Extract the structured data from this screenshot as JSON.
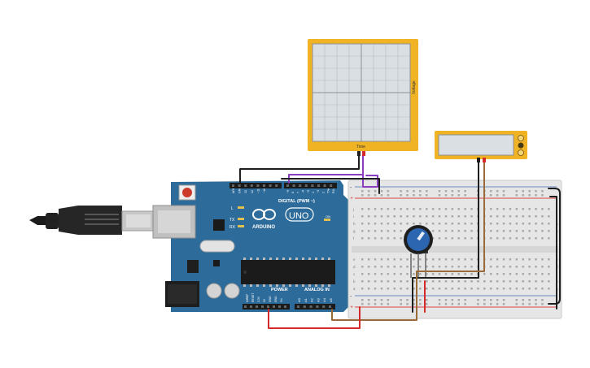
{
  "oscilloscope": {
    "x_axis_label": "Time",
    "y_axis_label": "Voltage"
  },
  "arduino": {
    "logo_text": "ARDUINO",
    "model_text": "UNO",
    "digital_header_label": "DIGITAL (PWM ~)",
    "power_label": "POWER",
    "analog_label": "ANALOG IN",
    "led_labels": [
      "L",
      "TX",
      "RX"
    ],
    "on_label": "ON",
    "top_pin_labels": [
      "AREF",
      "GND",
      "13",
      "12",
      "~11",
      "~10",
      "~9",
      "8",
      "7",
      "~6",
      "~5",
      "4",
      "~3",
      "2",
      "TX▸1",
      "RX◂0"
    ],
    "power_pin_labels": [
      "IOREF",
      "RESET",
      "3.3V",
      "5V",
      "GND",
      "GND",
      "Vin"
    ],
    "analog_pin_labels": [
      "A0",
      "A1",
      "A2",
      "A3",
      "A4",
      "A5"
    ]
  },
  "breadboard": {
    "row_letters_top": [
      "j",
      "i",
      "h",
      "g",
      "f"
    ],
    "row_letters_bottom": [
      "e",
      "d",
      "c",
      "b",
      "a"
    ]
  },
  "colors": {
    "arduino_board": "#2d6b9a",
    "oscilloscope_frame": "#f0b323",
    "multimeter_frame": "#f0b323",
    "screen": "#d9dfe3",
    "breadboard": "#e6e6e6",
    "wire_black": "#1e1e1e",
    "wire_red": "#d42a2a",
    "wire_brown": "#9b6a3b",
    "wire_purple": "#8b3fbf",
    "potentiometer_knob": "#2c65b0"
  }
}
